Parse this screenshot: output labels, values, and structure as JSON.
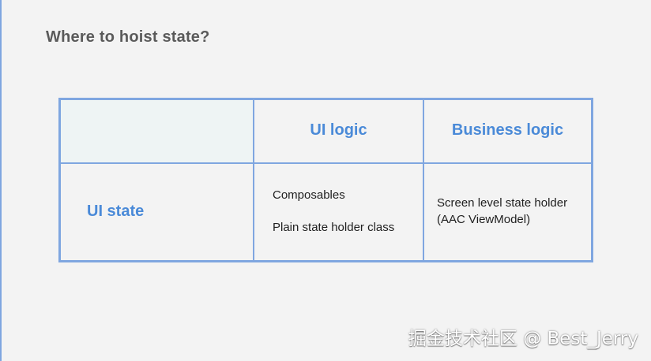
{
  "slide": {
    "title": "Where to hoist state?"
  },
  "table": {
    "column_headers": [
      "UI logic",
      "Business logic"
    ],
    "row_header": "UI state",
    "ui_logic_cell": [
      "Composables",
      "Plain state holder class"
    ],
    "business_logic_cell": [
      "Screen level state holder",
      "(AAC ViewModel)"
    ]
  },
  "colors": {
    "accent_blue": "#4a8ad8",
    "grid_line": "#7fa6e0",
    "corner_fill": "#eef4f4",
    "background": "#f3f3f3"
  },
  "watermark": {
    "text": "掘金技术社区 @ Best_Jerry"
  }
}
